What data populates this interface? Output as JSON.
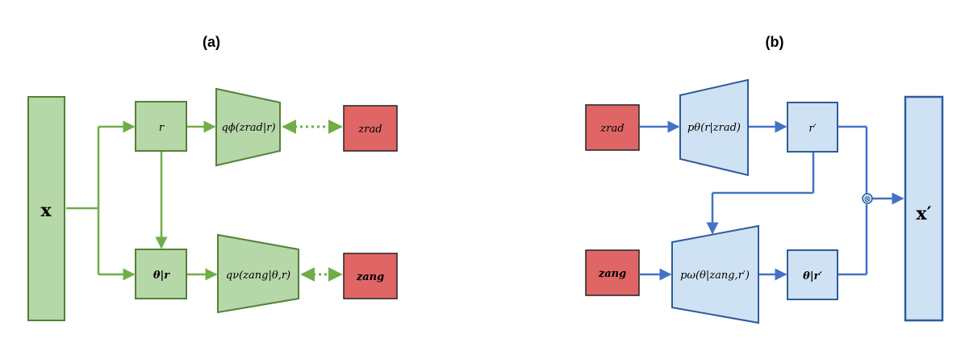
{
  "panels": {
    "a": {
      "label": "(a)",
      "input": "x",
      "node_r": "r",
      "node_theta": "θ|r",
      "encoder_rad": "qϕ(zrad|r)",
      "encoder_ang": "qν(zang|θ,r)",
      "latent_rad": "zrad",
      "latent_ang": "zang"
    },
    "b": {
      "label": "(b)",
      "latent_rad": "zrad",
      "latent_ang": "zang",
      "decoder_rad": "pθ(r|zrad)",
      "decoder_ang": "pω(θ|zang,r′)",
      "node_r": "r′",
      "node_theta": "θ|r′",
      "combine": "⊗",
      "output": "x′"
    }
  },
  "colors": {
    "green_fill": "#b6d7a8",
    "green_stroke": "#538135",
    "green_arrow": "#70ad47",
    "blue_fill": "#cfe2f3",
    "blue_stroke": "#2e5c9a",
    "blue_arrow": "#4472c4",
    "red_fill": "#e06666"
  }
}
